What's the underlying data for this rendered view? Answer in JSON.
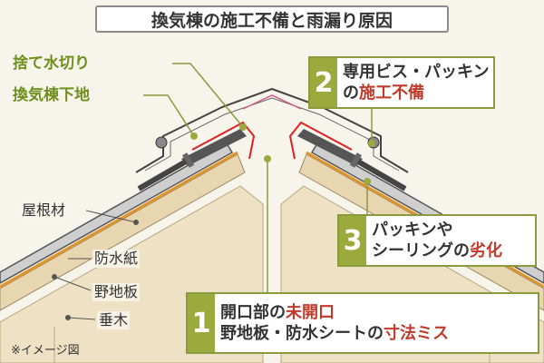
{
  "title": "換気棟の施工不備と雨漏り原因",
  "labels": {
    "sute_mizukiri": "捨て水切り",
    "kanki_shita": "換気棟下地",
    "yane_zai": "屋根材",
    "bousui_shi": "防水紙",
    "noji_ita": "野地板",
    "taruki": "垂木",
    "image_note": "※イメージ図"
  },
  "callouts": {
    "c1": {
      "number": "1",
      "line1_a": "開口部の",
      "line1_b": "未開口",
      "line2_a": "野地板・防水シートの",
      "line2_b": "寸法ミス"
    },
    "c2": {
      "number": "2",
      "line1": "専用ビス・パッキン",
      "line2_a": "の",
      "line2_b": "施工不備"
    },
    "c3": {
      "number": "3",
      "line1": "パッキンや",
      "line2_a": "シーリングの",
      "line2_b": "劣化"
    }
  },
  "colors": {
    "accent_green": "#9aaa3c",
    "highlight_red": "#c0392b",
    "wood": "#e8d6b0",
    "sheet": "#e0952a"
  }
}
